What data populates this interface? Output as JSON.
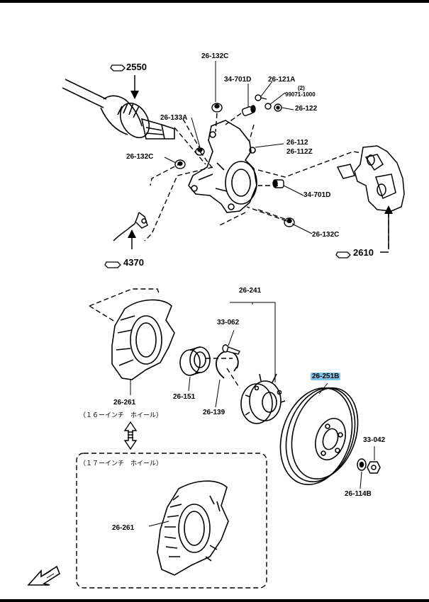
{
  "parts": {
    "p_26_132c_top": "26-132C",
    "p_34_701d_top": "34-701D",
    "p_26_121a": "26-121A",
    "p_qty_2": "(2)",
    "p_99071_1000": "99071-1000",
    "p_26_122": "26-122",
    "p_26_133a": "26-133A",
    "p_26_112": "26-112",
    "p_26_112z": "26-112Z",
    "p_26_132c_left": "26-132C",
    "p_34_701d_right": "34-701D",
    "p_26_132c_bottom": "26-132C",
    "p_26_241": "26-241",
    "p_33_062": "33-062",
    "p_26_251b": "26-251B",
    "p_33_042": "33-042",
    "p_26_114b": "26-114B",
    "p_26_261_upper": "26-261",
    "p_26_151": "26-151",
    "p_26_139": "26-139",
    "p_26_261_lower": "26-261"
  },
  "refs": {
    "r_2550": "2550",
    "r_4370": "4370",
    "r_2610": "2610"
  },
  "notes": {
    "wheel_16": "（１６ーインチ　ホイール）",
    "wheel_17": "（１７ーインチ　ホイール）"
  },
  "colors": {
    "highlight": "#7fc6ea",
    "ink": "#000000"
  },
  "icons": [
    "pointing-hand-icon",
    "front-arrow-icon",
    "double-arrow-icon"
  ]
}
